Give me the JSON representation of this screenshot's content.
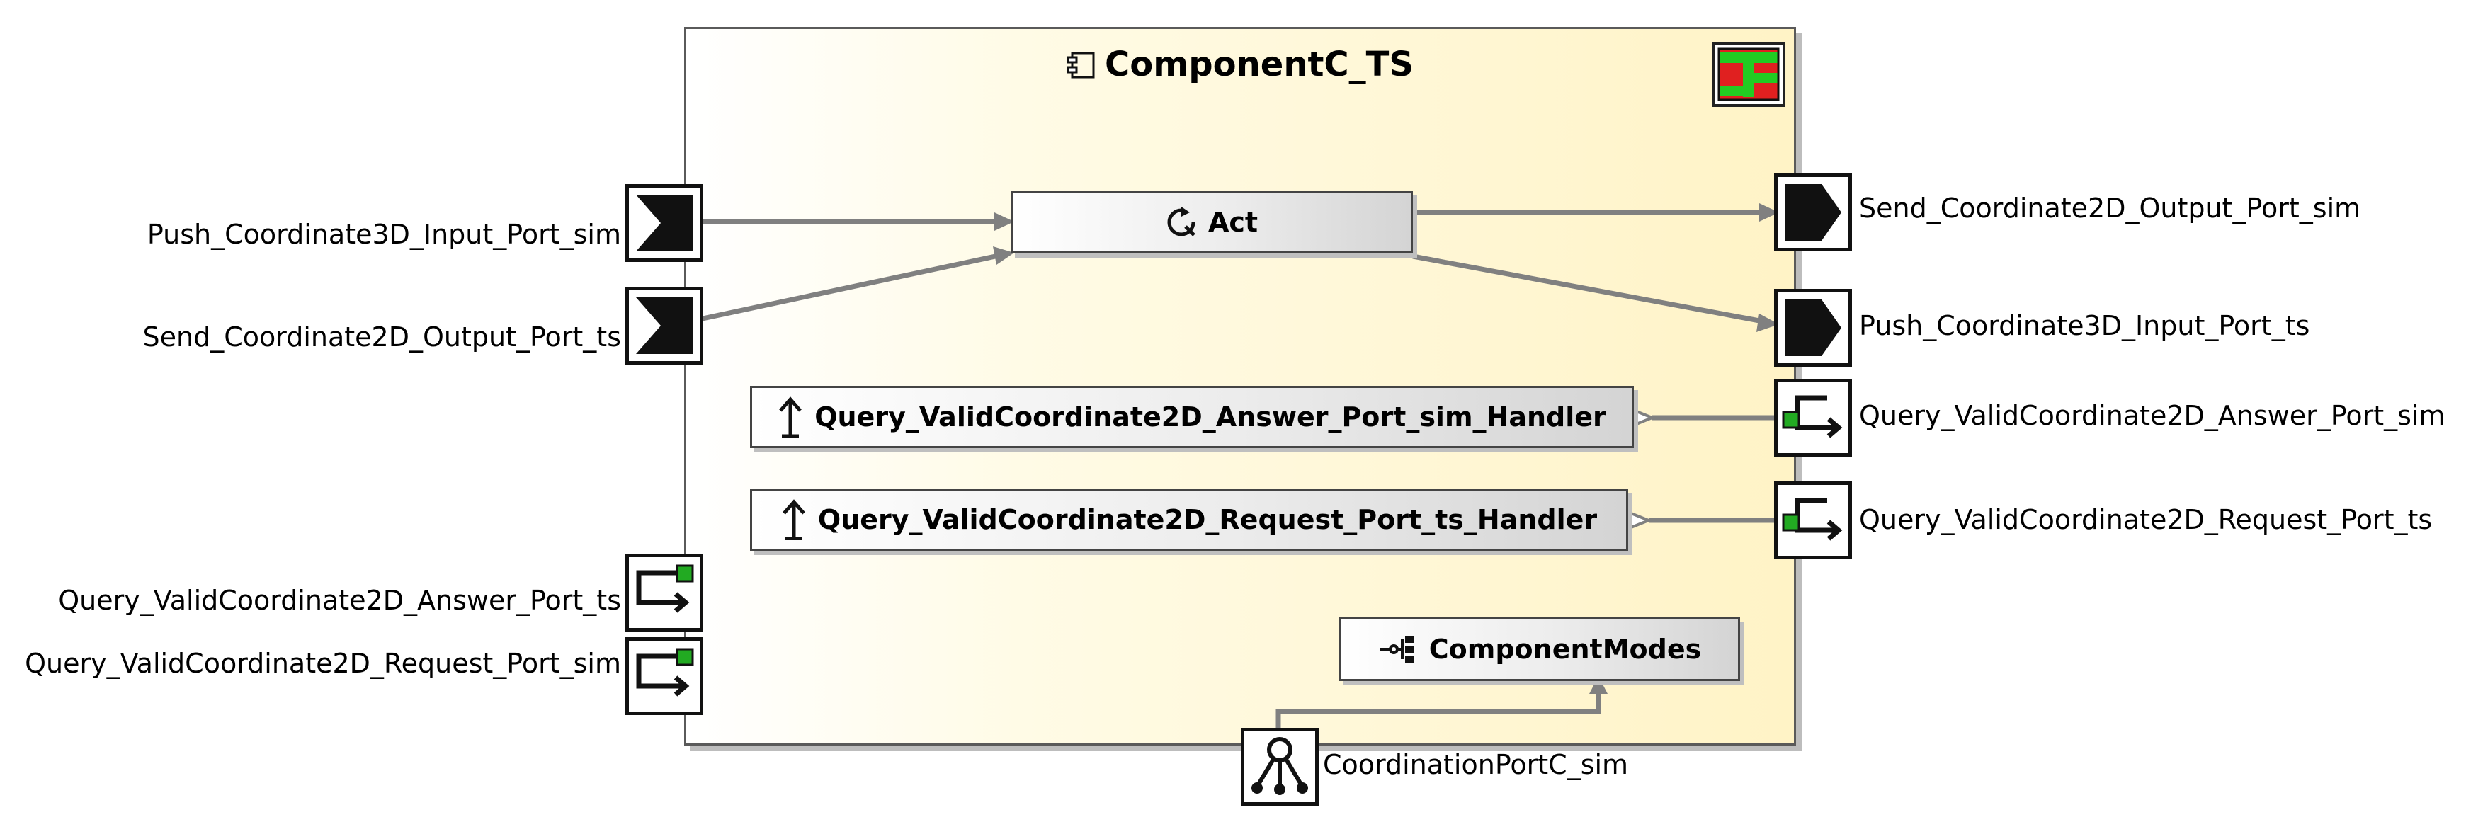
{
  "component": {
    "title": "ComponentC_TS",
    "icon": "component-icon",
    "badge_icon": "test-system-icon"
  },
  "blocks": {
    "act": {
      "label": "Act",
      "icon": "loop-icon"
    },
    "answer_sim_handler": {
      "label": "Query_ValidCoordinate2D_Answer_Port_sim_Handler",
      "icon": "up-arrow-icon"
    },
    "request_ts_handler": {
      "label": "Query_ValidCoordinate2D_Request_Port_ts_Handler",
      "icon": "up-arrow-icon"
    },
    "component_modes": {
      "label": "ComponentModes",
      "icon": "state-machine-icon"
    }
  },
  "ports": {
    "push3d_in_sim": "Push_Coordinate3D_Input_Port_sim",
    "send2d_out_ts": "Send_Coordinate2D_Output_Port_ts",
    "answer_ts": "Query_ValidCoordinate2D_Answer_Port_ts",
    "request_sim": "Query_ValidCoordinate2D_Request_Port_sim",
    "send2d_out_sim": "Send_Coordinate2D_Output_Port_sim",
    "push3d_in_ts": "Push_Coordinate3D_Input_Port_ts",
    "answer_sim": "Query_ValidCoordinate2D_Answer_Port_sim",
    "request_ts": "Query_ValidCoordinate2D_Request_Port_ts",
    "coordination": "CoordinationPortC_sim"
  },
  "colors": {
    "wire": "#808080",
    "port_marker": "#22aa22",
    "badge_red": "#e02020",
    "badge_green": "#22cc22"
  }
}
